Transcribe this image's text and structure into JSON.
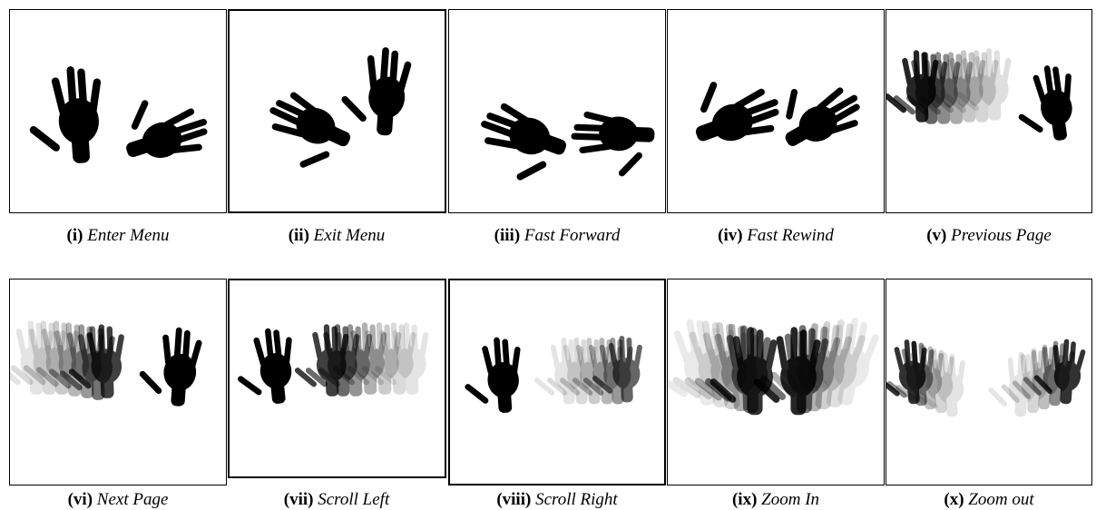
{
  "figure": {
    "panels": [
      {
        "numeral": "(i)",
        "name": "Enter Menu"
      },
      {
        "numeral": "(ii)",
        "name": "Exit Menu"
      },
      {
        "numeral": "(iii)",
        "name": "Fast Forward"
      },
      {
        "numeral": "(iv)",
        "name": "Fast Rewind"
      },
      {
        "numeral": "(v)",
        "name": "Previous Page"
      },
      {
        "numeral": "(vi)",
        "name": "Next Page"
      },
      {
        "numeral": "(vii)",
        "name": "Scroll Left"
      },
      {
        "numeral": "(viii)",
        "name": "Scroll Right"
      },
      {
        "numeral": "(ix)",
        "name": "Zoom In"
      },
      {
        "numeral": "(x)",
        "name": "Zoom out"
      }
    ],
    "hand_color": "#000000",
    "trail_color": "#000000"
  }
}
